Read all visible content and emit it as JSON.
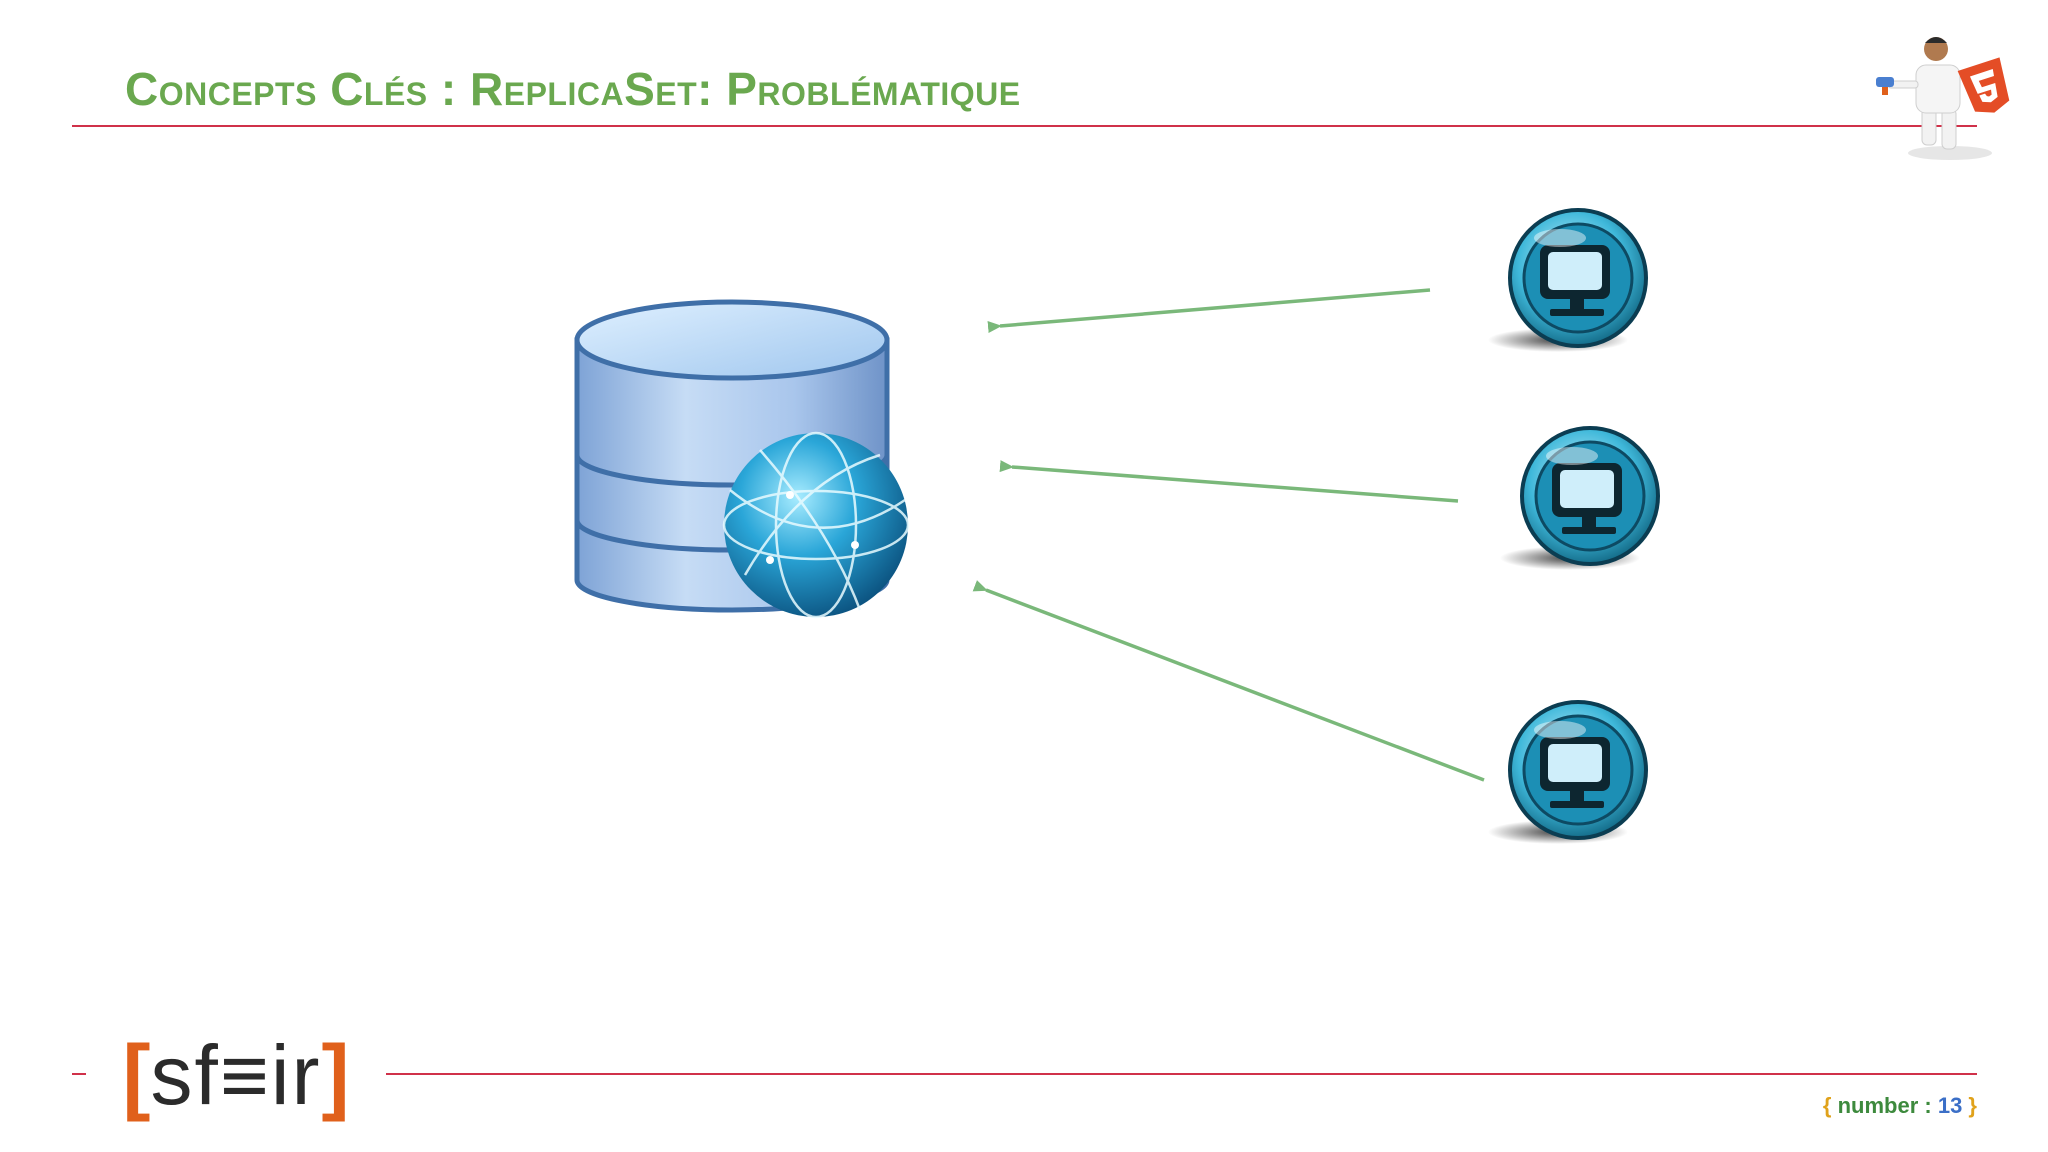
{
  "slide": {
    "title": "Concepts Clés : ReplicaSet: Problématique",
    "logo": {
      "open_bracket": "[",
      "letters": "sf≡ir",
      "close_bracket": "]"
    },
    "page_number": {
      "open": "{ ",
      "label": "number",
      "separator": " : ",
      "value": "13",
      "close": " }"
    }
  },
  "diagram": {
    "nodes": [
      {
        "id": "database",
        "icon": "database-globe-icon"
      },
      {
        "id": "client-1",
        "icon": "computer-monitor-icon"
      },
      {
        "id": "client-2",
        "icon": "computer-monitor-icon"
      },
      {
        "id": "client-3",
        "icon": "computer-monitor-icon"
      }
    ],
    "edges": [
      {
        "from": "client-1",
        "to": "database"
      },
      {
        "from": "client-2",
        "to": "database"
      },
      {
        "from": "client-3",
        "to": "database"
      }
    ]
  },
  "colors": {
    "title": "#6aa84f",
    "rule": "#d0314a",
    "arrow": "#7ab87a",
    "logo_bracket": "#e0601b",
    "logo_text": "#2b2b2b",
    "page_label": "#3d8a3d",
    "page_value": "#3b6fc7",
    "page_brace": "#e0a21b"
  }
}
